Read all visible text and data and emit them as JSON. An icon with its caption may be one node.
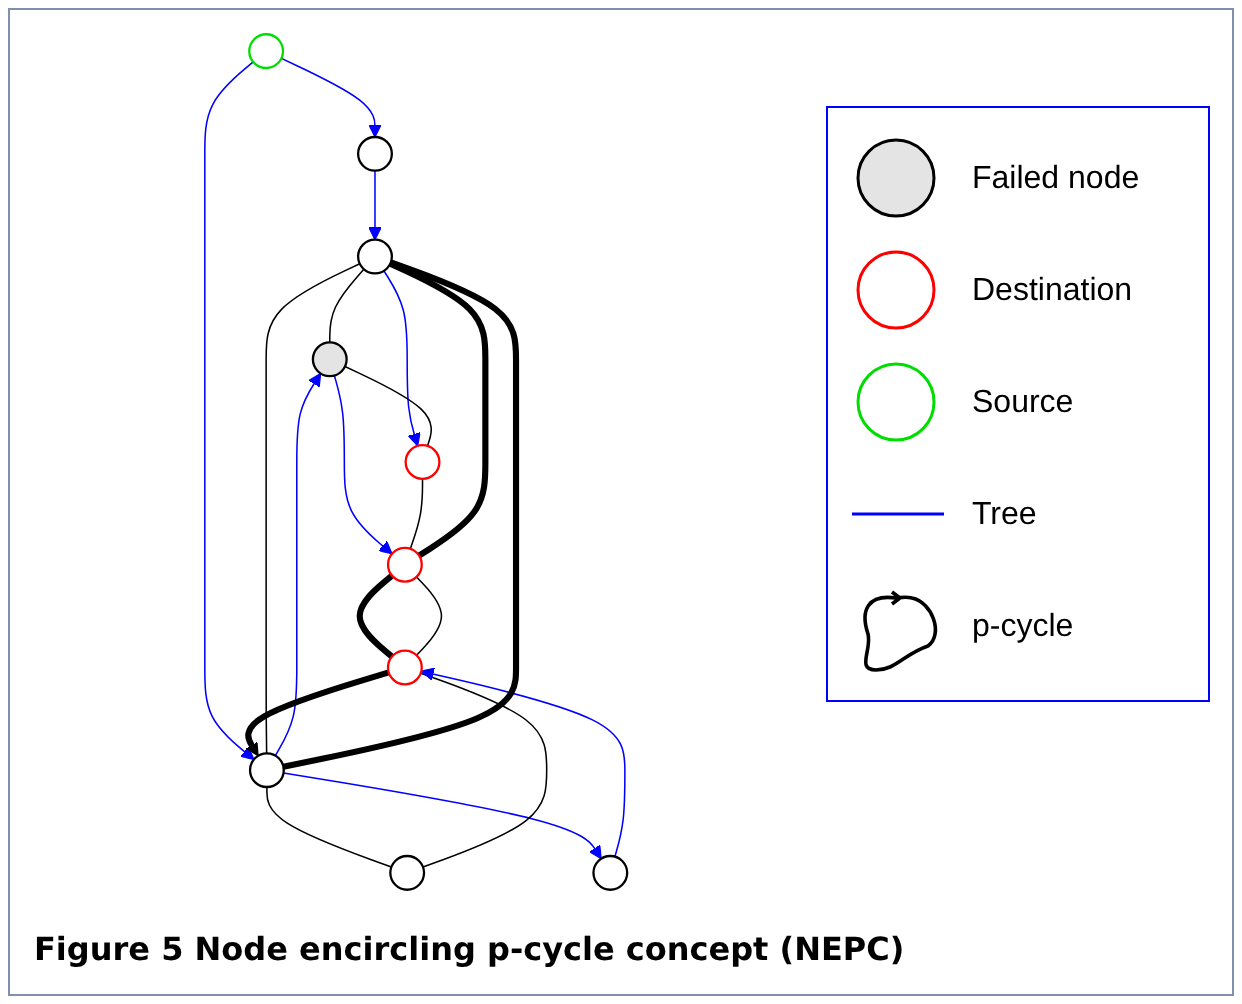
{
  "diagram": {
    "caption": "Figure 5 Node encircling p-cycle concept (NEPC)",
    "nodes": [
      {
        "text": [],
        "shape": "circle"
      },
      {
        "text": [],
        "shape": "circle"
      },
      {
        "text": [],
        "shape": "circle"
      },
      {
        "text": [],
        "shape": "circle"
      },
      {
        "text": [],
        "shape": "circle"
      },
      {
        "text": [],
        "shape": "circle"
      },
      {
        "text": [],
        "shape": "circle"
      },
      {
        "text": [],
        "shape": "circle"
      },
      {
        "text": [],
        "shape": "circle"
      },
      {
        "text": [],
        "shape": "circle"
      }
    ],
    "edges": [
      {
        "from": 0,
        "to": 1,
        "arrow": "to",
        "color": "#0000ff"
      },
      {
        "from": 0,
        "to": 2,
        "arrow": "to",
        "color": "#0000ff"
      },
      {
        "from": 1,
        "to": 3,
        "arrow": "to",
        "color": "#0000ff"
      },
      {
        "from": 2,
        "to": 3,
        "arrow": "none"
      },
      {
        "from": 2,
        "to": 4,
        "arrow": "none"
      },
      {
        "from": 2,
        "to": 5,
        "arrow": "to",
        "color": "#0000ff"
      },
      {
        "from": 2,
        "to": 6,
        "arrow": "to",
        "color": "#0000ff"
      },
      {
        "from": 3,
        "to": 5,
        "arrow": "none"
      },
      {
        "from": 3,
        "to": 7,
        "arrow": "to",
        "color": "#0000ff"
      },
      {
        "from": 4,
        "to": 8,
        "arrow": "none"
      },
      {
        "from": 5,
        "to": 7,
        "arrow": "none"
      },
      {
        "from": 5,
        "to": 9,
        "arrow": "to",
        "color": "#0000ff"
      },
      {
        "from": 6,
        "to": 8,
        "arrow": "to",
        "color": "#0000ff"
      },
      {
        "from": 7,
        "to": 9,
        "arrow": "none"
      },
      {
        "from": 8,
        "to": 9,
        "arrow": "none"
      },
      {
        "from": 8,
        "to": 2,
        "arrow": "to",
        "style": "thick"
      },
      {
        "from": 2,
        "to": 3,
        "arrow": "none",
        "style": "thick"
      },
      {
        "from": 3,
        "to": 9,
        "arrow": "none",
        "style": "thick"
      },
      {
        "from": 9,
        "to": 8,
        "arrow": "none",
        "style": "thick"
      }
    ],
    "legend": [
      {
        "text": "Failed node"
      },
      {
        "text": "Destination"
      },
      {
        "text": "Source"
      },
      {
        "text": "Tree"
      },
      {
        "text": "p-cycle"
      }
    ]
  }
}
